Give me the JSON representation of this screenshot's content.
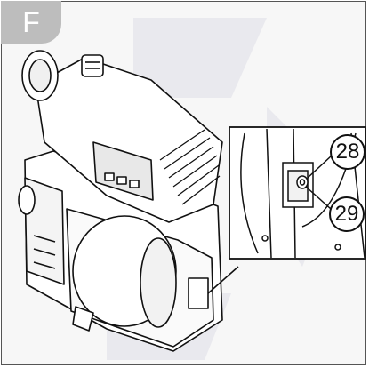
{
  "figure": {
    "label": "F"
  },
  "callouts": [
    {
      "number": "28"
    },
    {
      "number": "29"
    }
  ],
  "colors": {
    "label_bg": "#bdbdbd",
    "line": "#111111",
    "background": "#f7f7f7"
  }
}
